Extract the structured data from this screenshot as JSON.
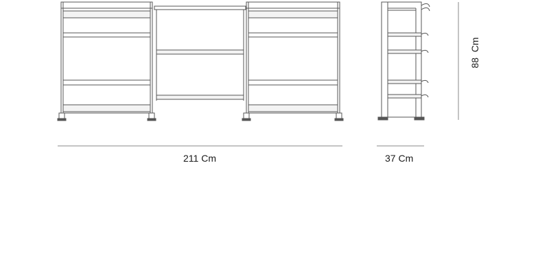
{
  "dimensions": {
    "width_label": "211 Cm",
    "depth_label": "37 Cm",
    "height_label": "88  Cm"
  },
  "colors": {
    "line": "#555555",
    "shelf_fill": "#f3f3f3",
    "background": "#ffffff",
    "text": "#1a1a1a"
  }
}
